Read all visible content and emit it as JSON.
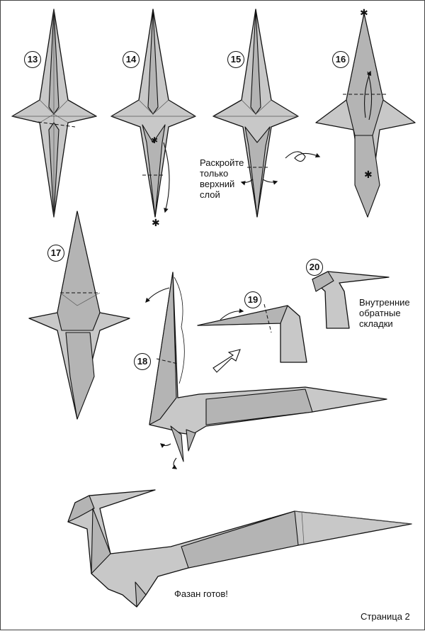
{
  "steps": [
    {
      "label": "13"
    },
    {
      "label": "14"
    },
    {
      "label": "15"
    },
    {
      "label": "16"
    },
    {
      "label": "17"
    },
    {
      "label": "18"
    },
    {
      "label": "19"
    },
    {
      "label": "20"
    }
  ],
  "notes": {
    "open_top_layer": [
      "Раскройте",
      "только",
      "верхний",
      "слой"
    ],
    "inside_reverse_folds": [
      "Внутренние",
      "обратные",
      "складки"
    ],
    "finished": "Фазан готов!",
    "page_label": "Страница 2"
  }
}
